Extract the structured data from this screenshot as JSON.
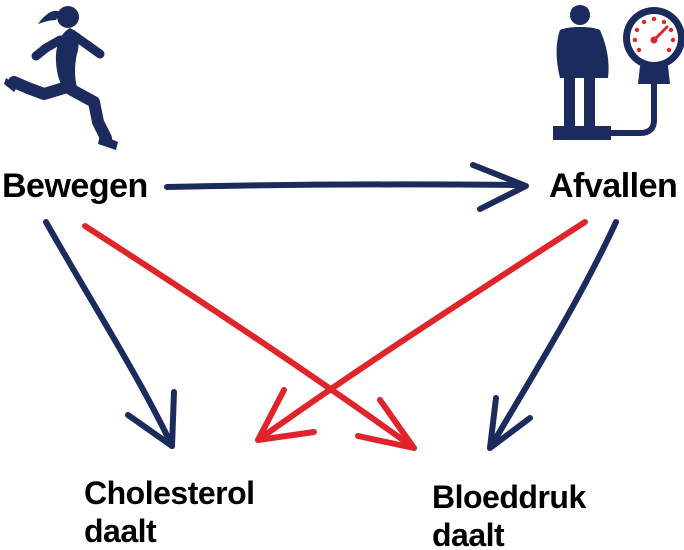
{
  "nodes": {
    "bewegen": {
      "label": "Bewegen"
    },
    "afvallen": {
      "label": "Afvallen"
    },
    "cholesterol": {
      "line1": "Cholesterol",
      "line2": "daalt"
    },
    "bloeddruk": {
      "line1": "Bloeddruk",
      "line2": "daalt"
    }
  },
  "icons": {
    "runner": "running-woman-icon",
    "scale": "woman-on-scale-icon"
  },
  "colors": {
    "navy": "#1b2b5e",
    "red": "#e0242b",
    "text": "#000000",
    "background": "#ffffff"
  },
  "edges": [
    {
      "from": "Bewegen",
      "to": "Afvallen",
      "color": "navy"
    },
    {
      "from": "Bewegen",
      "to": "Cholesterol daalt",
      "color": "navy"
    },
    {
      "from": "Bewegen",
      "to": "Bloeddruk daalt",
      "color": "red"
    },
    {
      "from": "Afvallen",
      "to": "Cholesterol daalt",
      "color": "red"
    },
    {
      "from": "Afvallen",
      "to": "Bloeddruk daalt",
      "color": "navy"
    }
  ]
}
